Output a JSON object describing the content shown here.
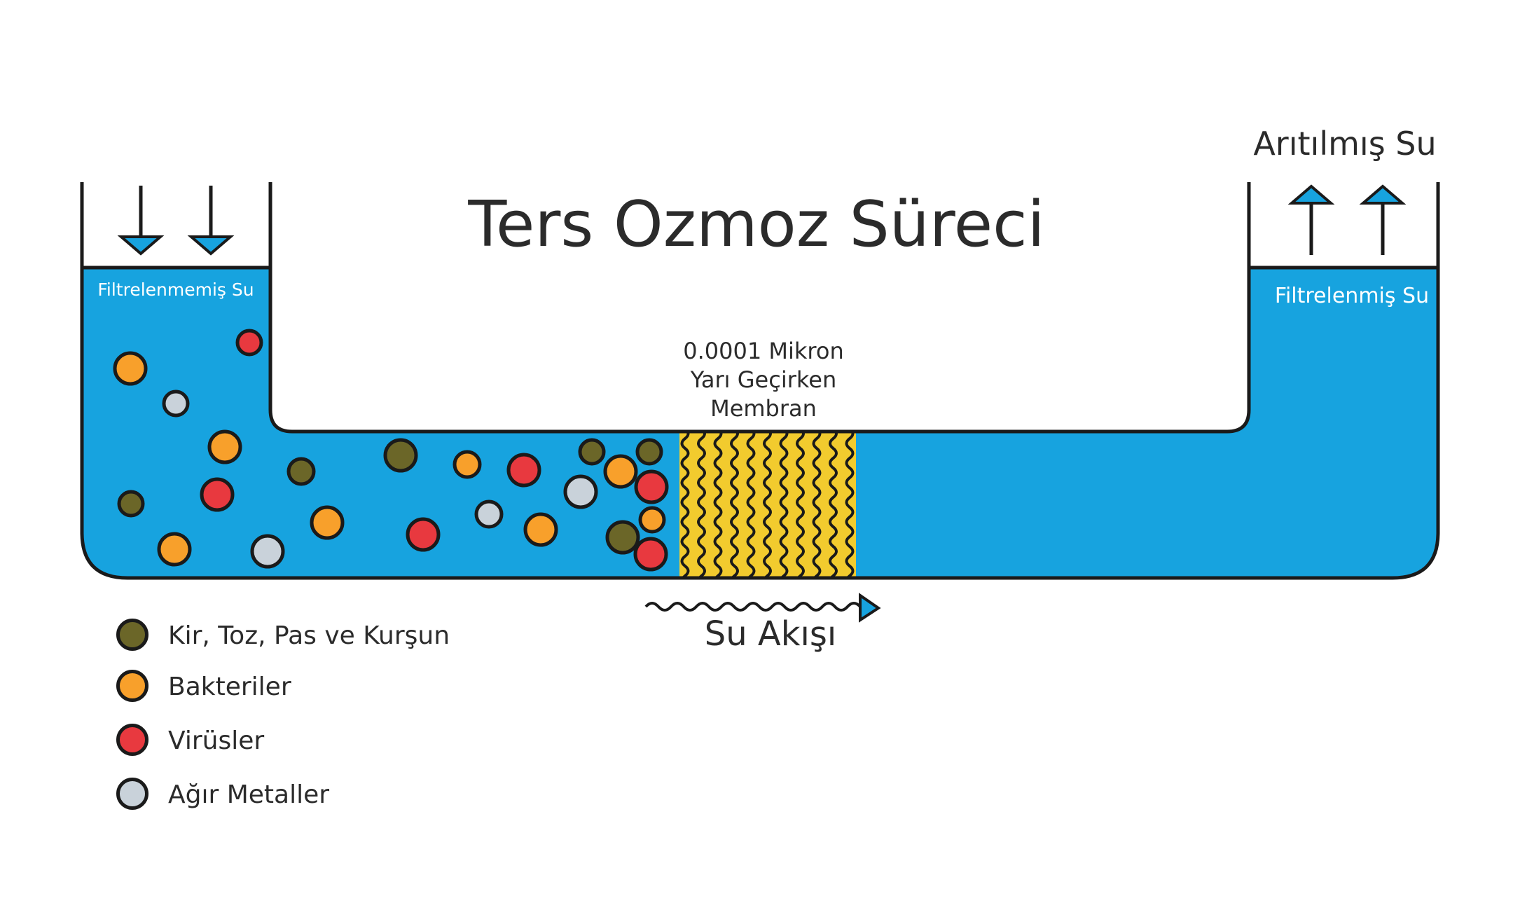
{
  "title": "Ters Ozmoz Süreci",
  "outlet_label": "Arıtılmış Su",
  "inlet_water_label": "Filtrelenmemiş Su",
  "outlet_water_label": "Filtrelenmiş Su",
  "membrane": {
    "line1": "0.0001 Mikron",
    "line2": "Yarı Geçirken",
    "line3": "Membran"
  },
  "flow_label": "Su Akışı",
  "colors": {
    "water": "#17A3DF",
    "outline": "#1a1a1a",
    "membrane": "#F2CB2E",
    "dirt": "#6B6628",
    "bacteria": "#F8A02B",
    "virus": "#E8393F",
    "metal": "#C9D2DA"
  },
  "legend": [
    {
      "label": "Kir, Toz, Pas ve Kurşun",
      "color": "#6B6628"
    },
    {
      "label": "Bakteriler",
      "color": "#F8A02B"
    },
    {
      "label": "Virüsler",
      "color": "#E8393F"
    },
    {
      "label": "Ağır Metaller",
      "color": "#C9D2DA"
    }
  ]
}
